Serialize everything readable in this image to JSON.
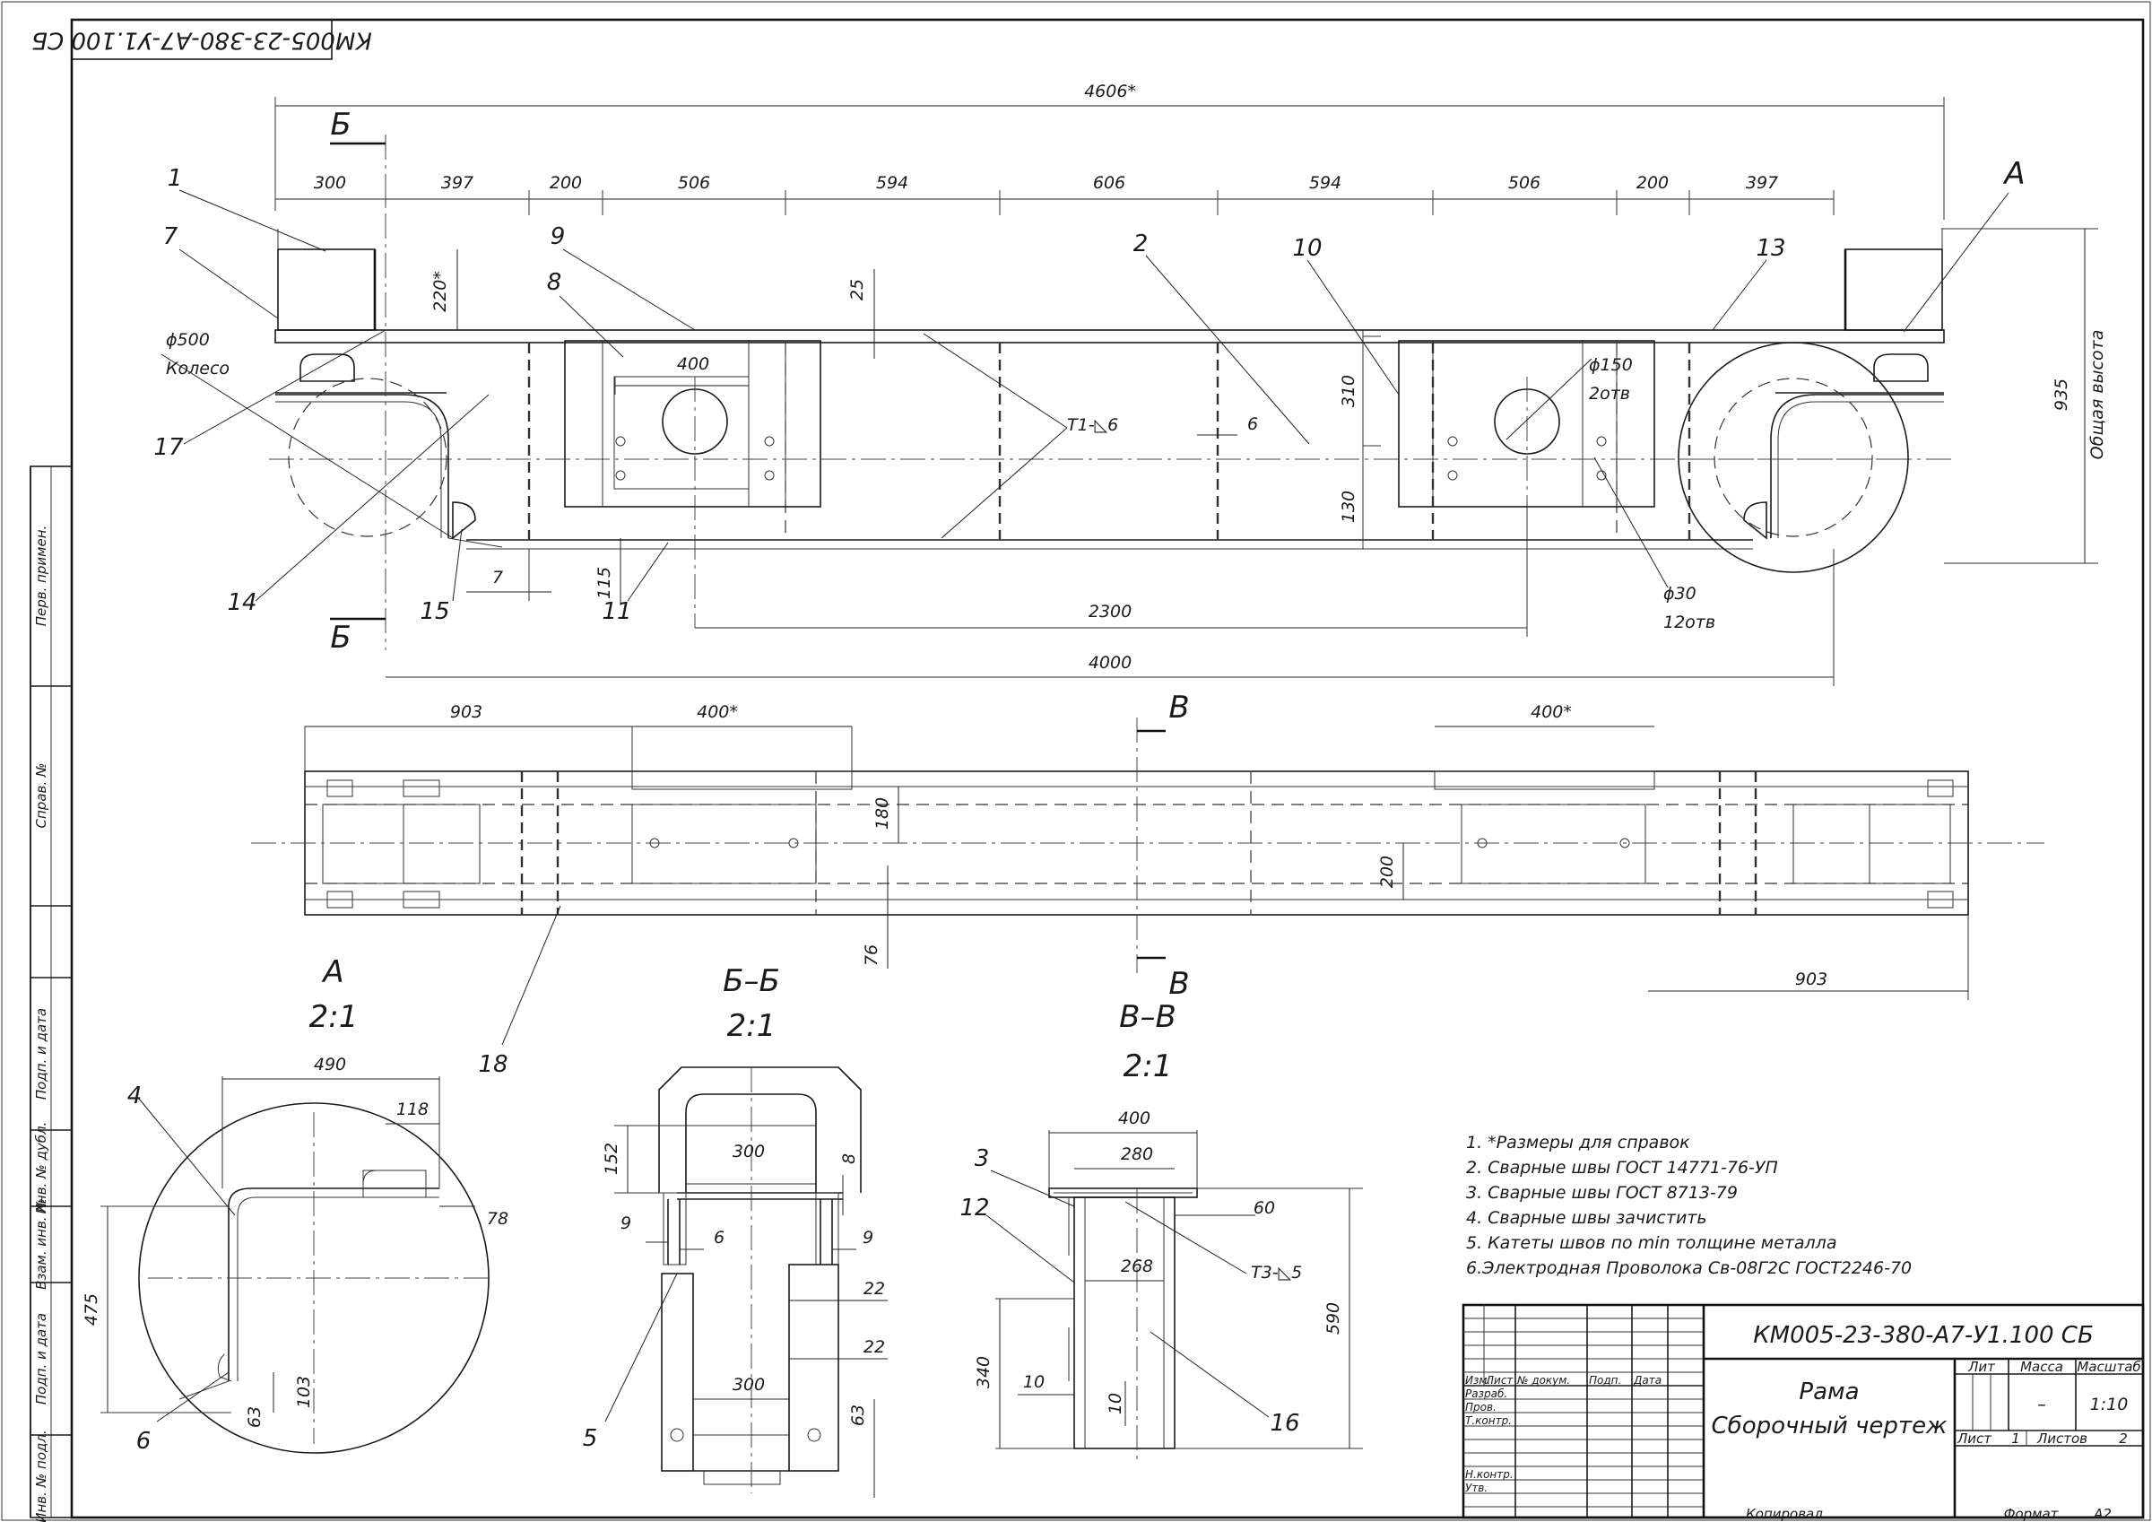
{
  "stamp": {
    "rotated_code": "КМ005-23-380-А7-У1.100 СБ",
    "code": "КМ005-23-380-А7-У1.100 СБ",
    "name_line1": "Рама",
    "name_line2": "Сборочный чертеж",
    "head_lit": "Лит",
    "head_mass": "Масса",
    "head_scale": "Масштаб",
    "mass_value": "–",
    "scale_value": "1:10",
    "sheet_label": "Лист",
    "sheet_value": "1",
    "sheets_label": "Листов",
    "sheets_value": "2",
    "row_labels": [
      "Изм.",
      "Лист",
      "№ докум.",
      "Подп.",
      "Дата"
    ],
    "sign_rows": [
      "Разраб.",
      "Пров.",
      "Т.контр.",
      "",
      "Н.контр.",
      "Утв."
    ],
    "copied": "Копировал",
    "format_label": "Формат",
    "format_value": "А2"
  },
  "side_strip": [
    "Перв. примен.",
    "Справ. №",
    "Подп. и дата",
    "Инв. № дубл.",
    "Взам. инв. №",
    "Подп. и дата",
    "Инв. № подл."
  ],
  "notes": [
    "1. *Размеры для справок",
    "2. Сварные швы ГОСТ 14771-76-УП",
    "3. Сварные швы ГОСТ 8713-79",
    "4. Сварные швы зачистить",
    "5. Катеты швов по min толщине металла",
    "6.Электродная Проволока Св-08Г2С ГОСТ2246-70"
  ],
  "front_view": {
    "overall": "4606*",
    "top_dims": [
      "300",
      "397",
      "200",
      "506",
      "594",
      "606",
      "594",
      "506",
      "200",
      "397"
    ],
    "bottom_dims": [
      "2300",
      "4000"
    ],
    "height_total": "935",
    "height_total_label": "Общая высота",
    "dim_220": "220*",
    "dim_25": "25",
    "dim_400": "400",
    "dim_310": "310",
    "dim_130": "130",
    "dim_6": "6",
    "dim_7": "7",
    "dim_115": "115",
    "hole_150": "ϕ150",
    "hole_150_qty": "2отв",
    "hole_30": "ϕ30",
    "hole_30_qty": "12отв",
    "wheel_dia": "ϕ500",
    "wheel_label": "Колесо",
    "weld_mark": "Т1-◺6",
    "section_b": "Б",
    "view_a": "А"
  },
  "plan_view": {
    "dim_left": "903",
    "dim_right": "903",
    "dim_400a": "400*",
    "dim_400b": "400*",
    "dim_180": "180",
    "dim_200": "200",
    "dim_76": "76",
    "section_v": "В"
  },
  "views": {
    "a_title": "А",
    "a_scale": "2:1",
    "bb_title": "Б–Б",
    "bb_scale": "2:1",
    "vv_title": "В–В",
    "vv_scale": "2:1"
  },
  "detail_a": {
    "dim_490": "490",
    "dim_118": "118",
    "dim_78": "78",
    "dim_475": "475",
    "dim_103": "103",
    "dim_63": "63"
  },
  "detail_bb": {
    "dim_152": "152",
    "dim_300a": "300",
    "dim_8": "8",
    "dim_9a": "9",
    "dim_6": "6",
    "dim_9b": "9",
    "dim_22a": "22",
    "dim_22b": "22",
    "dim_300b": "300",
    "dim_63": "63"
  },
  "detail_vv": {
    "dim_400": "400",
    "dim_280": "280",
    "dim_60": "60",
    "dim_268": "268",
    "weld": "Т3-◺5",
    "dim_590": "590",
    "dim_340": "340",
    "dim_10a": "10",
    "dim_10b": "10"
  },
  "balloons": [
    "1",
    "7",
    "9",
    "8",
    "2",
    "10",
    "13",
    "17",
    "14",
    "15",
    "11",
    "18",
    "4",
    "6",
    "5",
    "3",
    "12",
    "16"
  ]
}
